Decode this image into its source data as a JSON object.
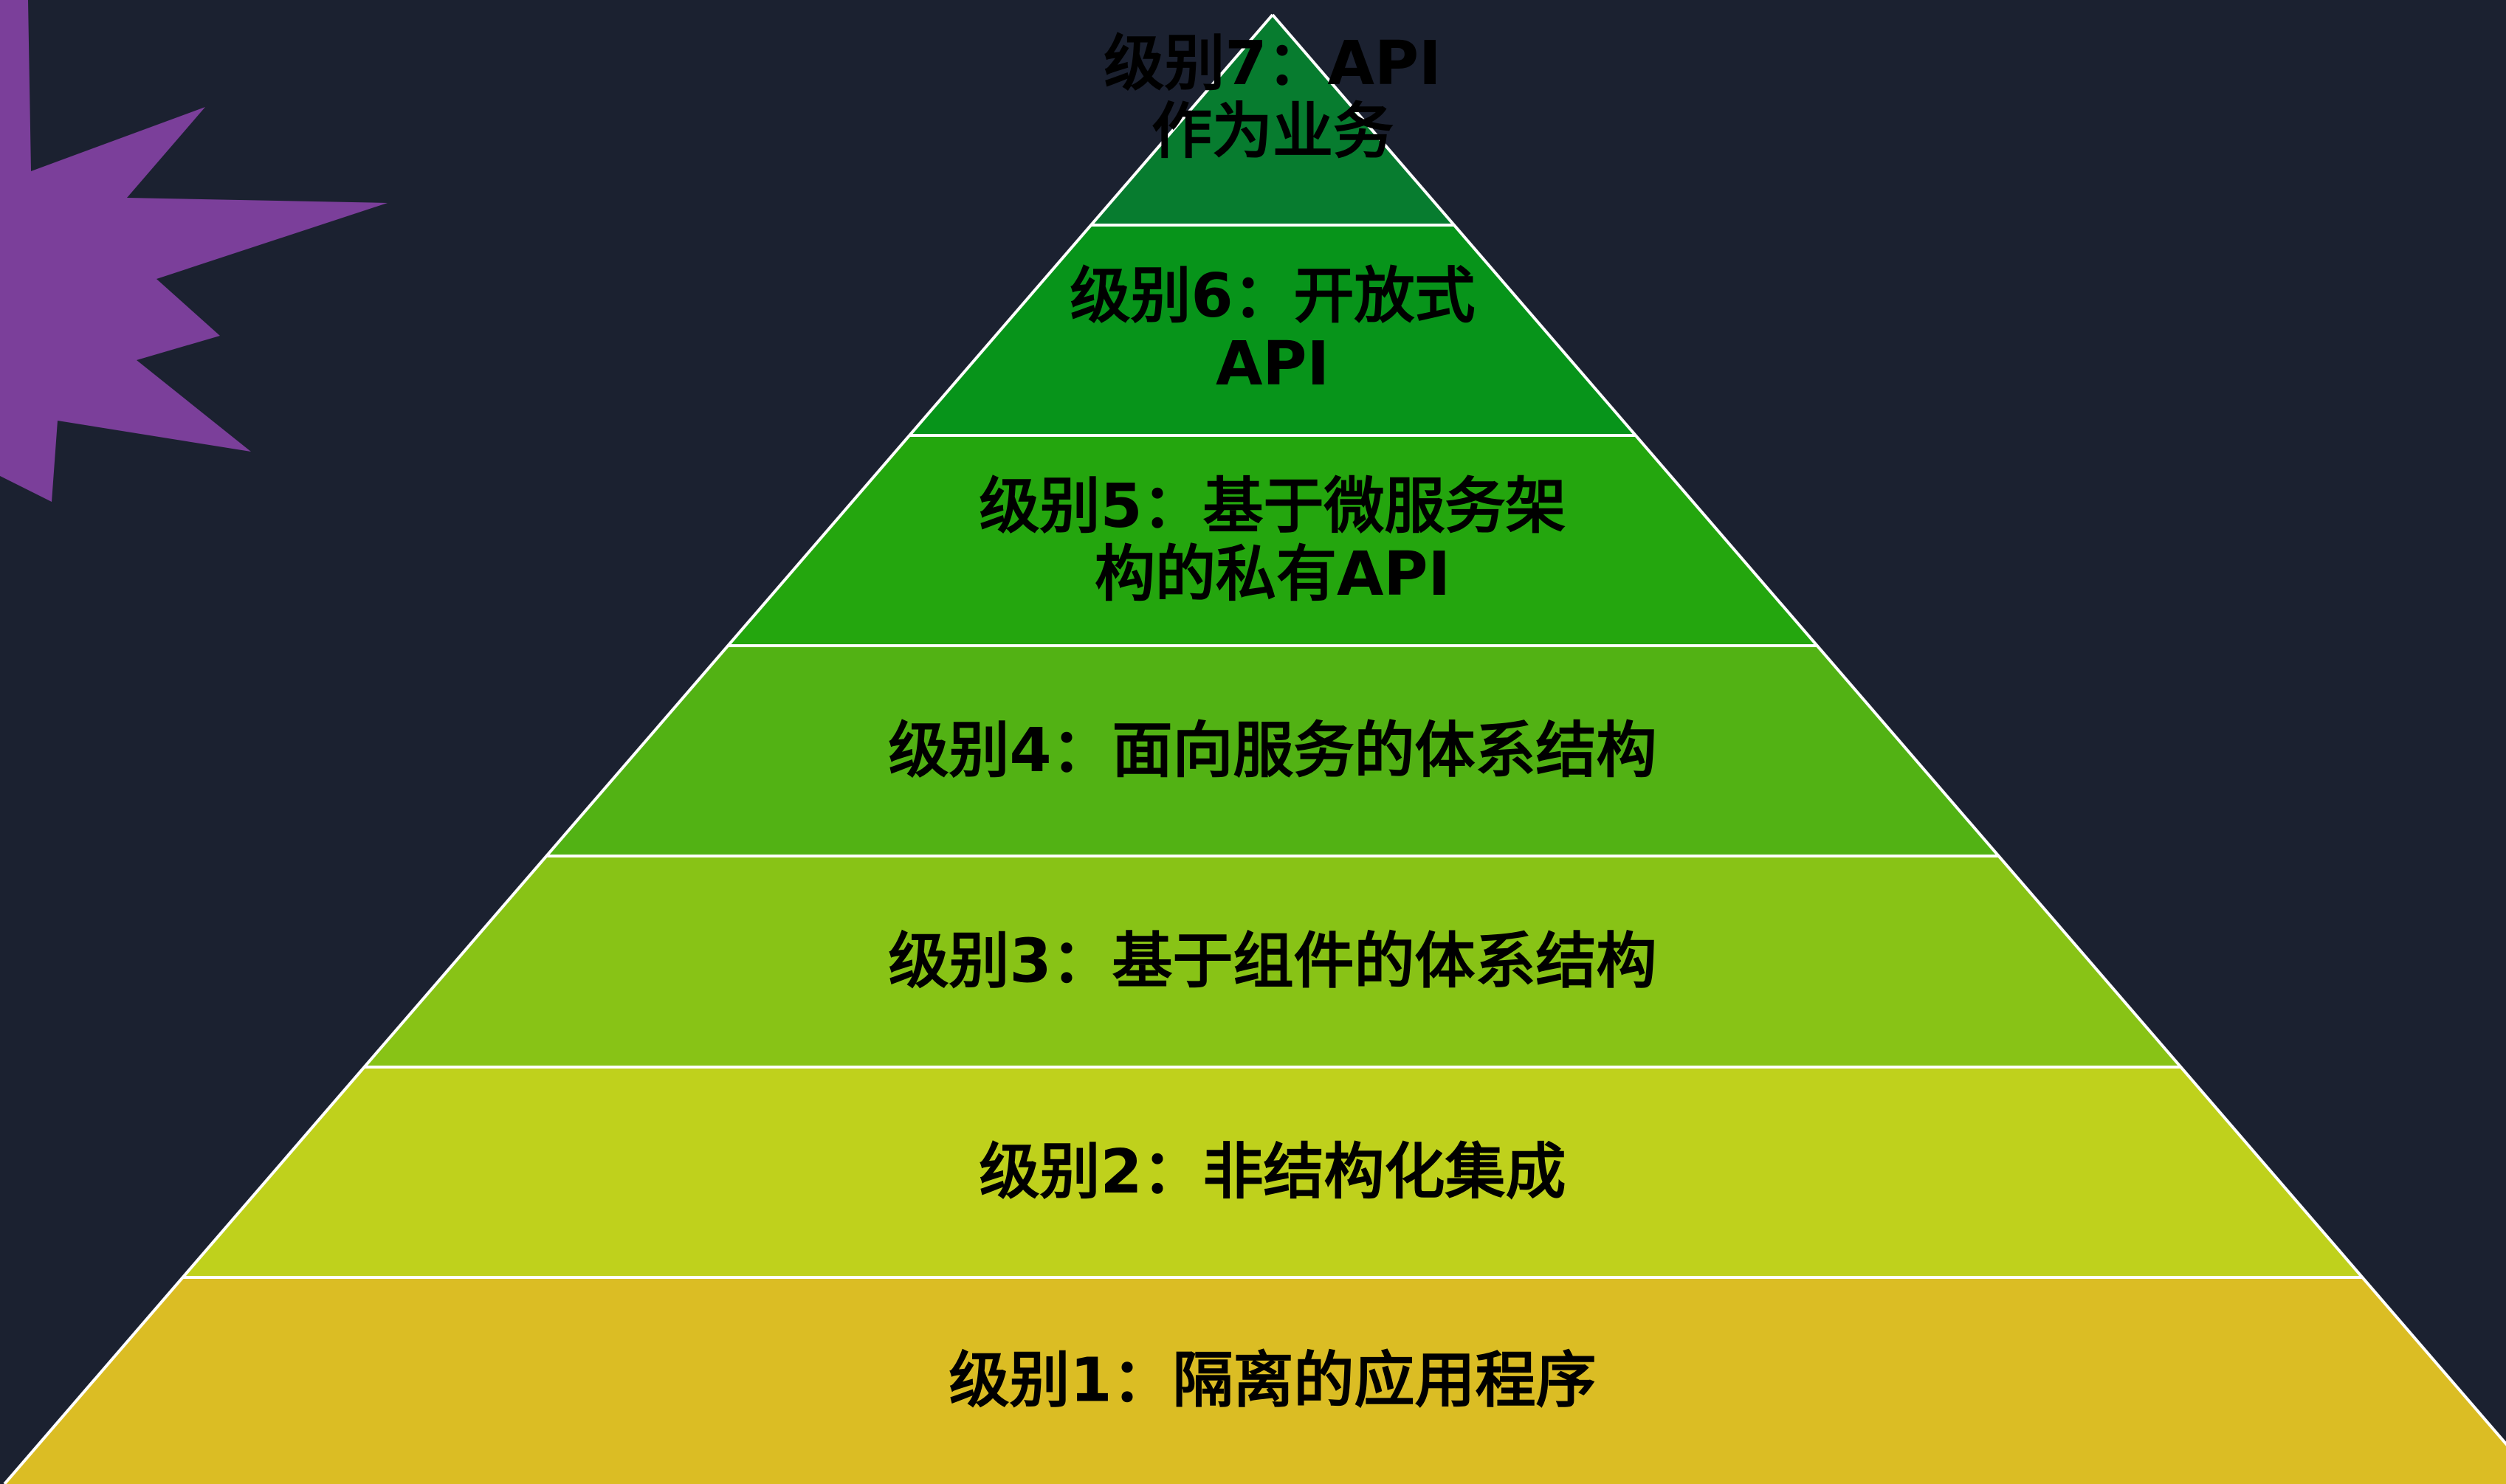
{
  "colors": {
    "background": "#1b2130",
    "starburst": "#7b3f9a",
    "separator": "#ffffff",
    "text": "#000000"
  },
  "pyramid": {
    "levels": [
      {
        "level": 7,
        "lines": [
          "级别7：API",
          "作为业务"
        ],
        "color": "#077c2f"
      },
      {
        "level": 6,
        "lines": [
          "级别6：开放式",
          "API"
        ],
        "color": "#07941a"
      },
      {
        "level": 5,
        "lines": [
          "级别5：基于微服务架",
          "构的私有API"
        ],
        "color": "#24a60e"
      },
      {
        "level": 4,
        "lines": [
          "级别4：面向服务的体系结构"
        ],
        "color": "#52b214"
      },
      {
        "level": 3,
        "lines": [
          "级别3：基于组件的体系结构"
        ],
        "color": "#88c316"
      },
      {
        "level": 2,
        "lines": [
          "级别2：非结构化集成"
        ],
        "color": "#bfd11c"
      },
      {
        "level": 1,
        "lines": [
          "级别1：隔离的应用程序"
        ],
        "color": "#dbbd24"
      }
    ]
  }
}
